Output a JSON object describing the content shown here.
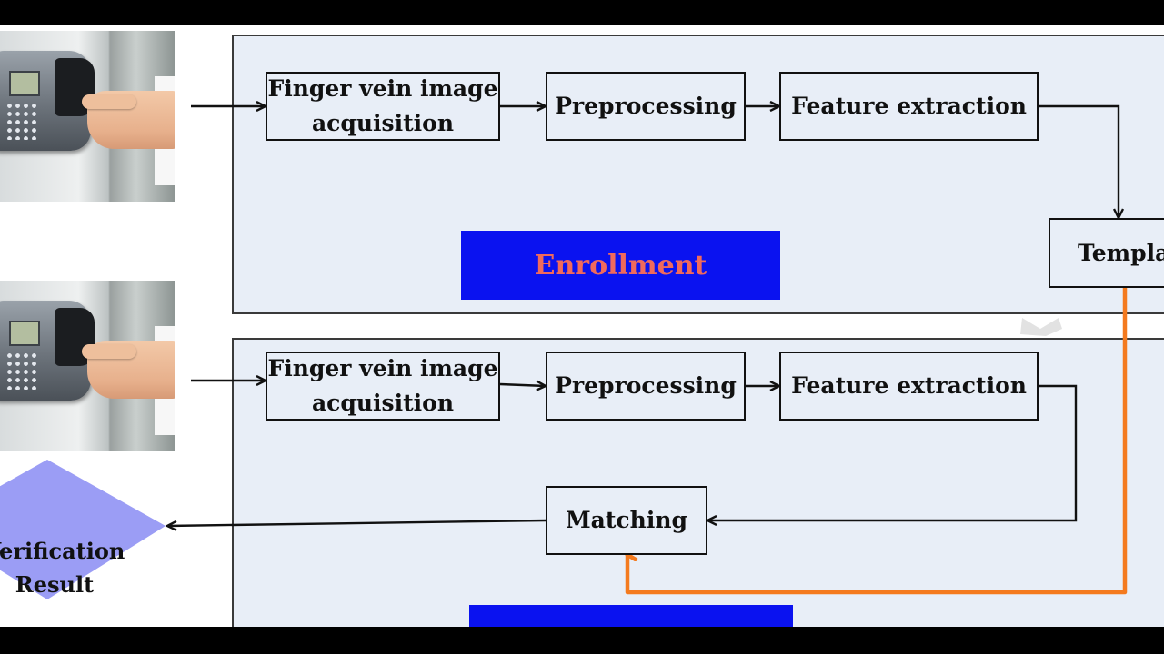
{
  "enrollment": {
    "step1": "Finger vein image\nacquisition",
    "step2": "Preprocessing",
    "step3": "Feature extraction",
    "template": "Templat",
    "banner": "Enrollment"
  },
  "verification": {
    "step1": "Finger vein image\nacquisition",
    "step2": "Preprocessing",
    "step3": "Feature extraction",
    "matching": "Matching",
    "banner": "",
    "result": "Verification\nResult"
  },
  "colors": {
    "panel_bg": "#e8eef7",
    "banner_bg": "#0a12f0",
    "banner_text": "#f06a5c",
    "feedback_arrow": "#f47a1e",
    "diamond": "#9b9df5"
  }
}
